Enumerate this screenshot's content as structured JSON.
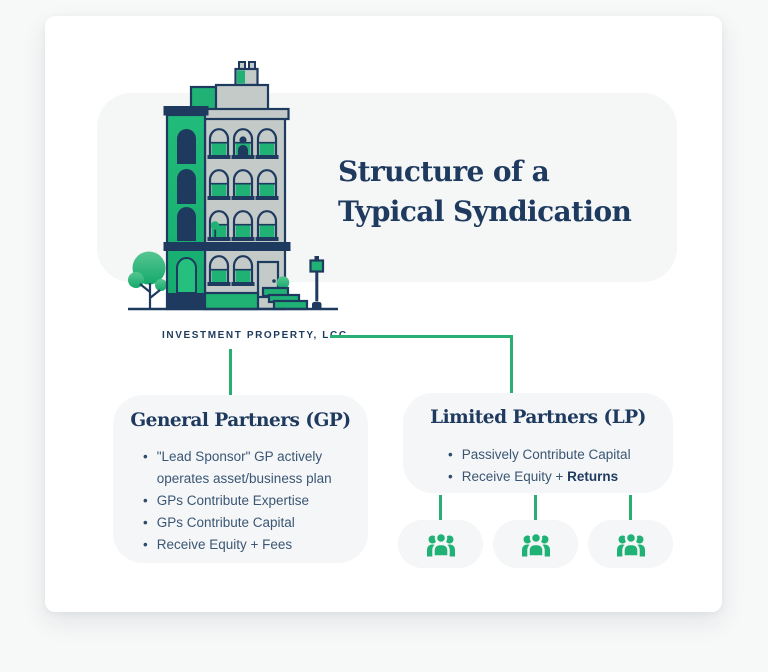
{
  "meta": {
    "title": "Structure of a Typical Syndication infographic"
  },
  "colors": {
    "navy": "#1e3a5f",
    "green": "#2aae73",
    "facade_gray": "#c3cac8",
    "panel_bg": "#f5f6f6"
  },
  "header": {
    "title_line1": "Structure of a",
    "title_line2": "Typical Syndication",
    "building_label": "INVESTMENT PROPERTY, LCC"
  },
  "gp": {
    "title": "General Partners (GP)",
    "bullet_marker": "•",
    "bullets": [
      "\"Lead Sponsor\" GP actively operates asset/business plan",
      "GPs Contribute Expertise",
      "GPs Contribute Capital",
      "Receive Equity + Fees"
    ]
  },
  "lp": {
    "title": "Limited Partners (LP)",
    "bullet_marker": "•",
    "bullets": [
      {
        "text": "Passively Contribute Capital"
      },
      {
        "prefix": "Receive Equity + ",
        "bold": "Returns"
      }
    ],
    "investor_groups": [
      "group-icon",
      "group-icon",
      "group-icon"
    ]
  }
}
